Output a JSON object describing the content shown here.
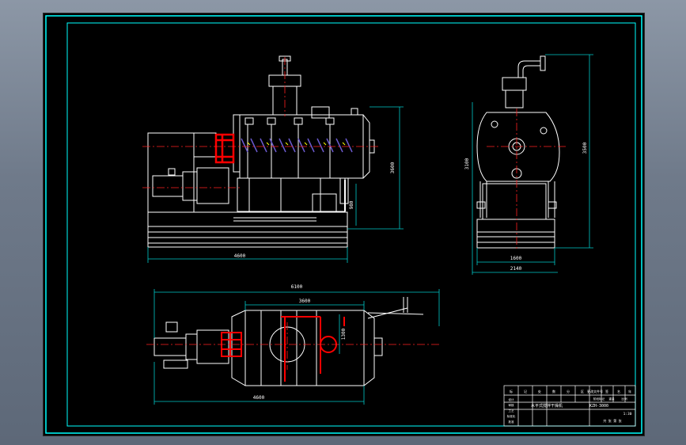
{
  "colors": {
    "background": "#000000",
    "frame": "#00ffff",
    "outline": "#ffffff",
    "dimension": "#00c8c8",
    "centerline": "#ff2020",
    "highlight": "#ff0000",
    "screw": "#6a5acd",
    "window_bg": "#6f7a8a"
  },
  "drawing": {
    "front_view": {
      "dim_total_length": "4600",
      "dim_height_right": "3600",
      "dim_height_inner": "980"
    },
    "side_view": {
      "dim_height_left": "3100",
      "dim_height_right": "3500",
      "dim_width_inner": "1600",
      "dim_width_outer": "2140"
    },
    "top_view": {
      "dim_total_length": "6100",
      "dim_body_length": "3600",
      "dim_base_length": "4600",
      "dim_vertical": "1300"
    },
    "title_block": {
      "drawing_title": "水平式搅拌干燥机",
      "drawing_number": "KZH-3000",
      "header_cells": [
        "标",
        "记",
        "处",
        "数",
        "分",
        "区",
        "更改文件号",
        "签",
        "名",
        "年",
        "月",
        "日"
      ],
      "stage_cells": [
        "阶段标记",
        "重量",
        "比例"
      ],
      "row_labels": [
        "设计",
        "审核",
        "工艺",
        "标准化",
        "批准"
      ],
      "scale": "1:30",
      "sheet": "共  张  第  张"
    }
  }
}
